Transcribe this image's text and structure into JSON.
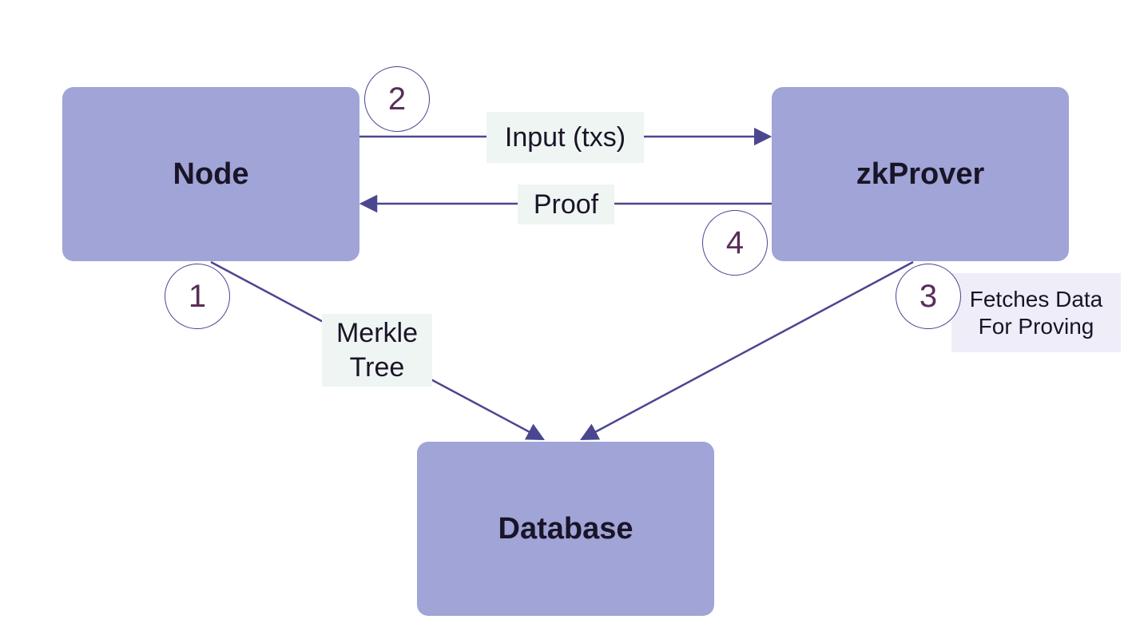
{
  "colors": {
    "box_fill": "#a0a4d6",
    "arrow": "#4b4690",
    "label_bg": "#eef5f3",
    "label_bg_fetch": "#efedf8",
    "step_text": "#5a2e58"
  },
  "nodes": {
    "node": "Node",
    "zkprover": "zkProver",
    "database": "Database"
  },
  "edges": {
    "input": "Input (txs)",
    "proof": "Proof",
    "merkle": "Merkle\nTree",
    "fetch": "Fetches Data\nFor Proving"
  },
  "steps": [
    "1",
    "2",
    "3",
    "4"
  ]
}
